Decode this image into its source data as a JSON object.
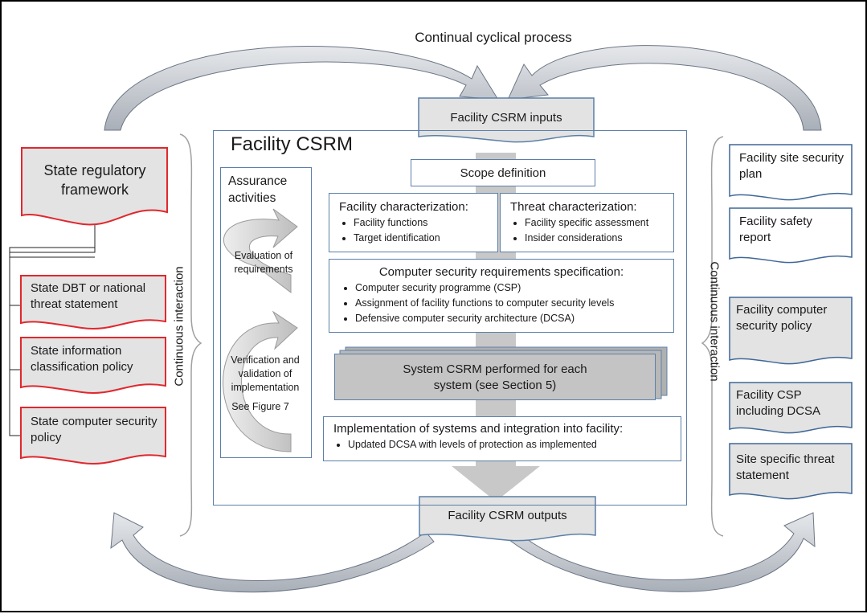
{
  "top_label": "Continual cyclical process",
  "inputs": "Facility CSRM inputs",
  "outputs": "Facility CSRM outputs",
  "main": {
    "title": "Facility CSRM",
    "assurance": {
      "title": "Assurance activities",
      "eval": "Evaluation of requirements",
      "verif": "Verification and validation of implementation",
      "see": "See Figure 7"
    },
    "scope": "Scope definition",
    "facility_char": {
      "title": "Facility characterization:",
      "items": [
        "Facility functions",
        "Target identification"
      ]
    },
    "threat_char": {
      "title": "Threat characterization:",
      "items": [
        "Facility specific assessment",
        "Insider considerations"
      ]
    },
    "req_spec": {
      "title": "Computer security requirements specification:",
      "items": [
        "Computer security programme (CSP)",
        "Assignment of facility functions to computer security levels",
        "Defensive computer security architecture (DCSA)"
      ]
    },
    "system": "System CSRM performed for each system (see Section 5)",
    "impl": {
      "title": "Implementation of systems and integration into facility:",
      "items": [
        "Updated DCSA with levels of protection as implemented"
      ]
    }
  },
  "left": {
    "interaction": "Continuous interaction",
    "framework": "State regulatory framework",
    "docs": [
      "State DBT or national threat statement",
      "State information classification policy",
      "State computer security policy"
    ]
  },
  "right": {
    "interaction": "Continuous interaction",
    "docs": [
      "Facility site security plan",
      "Facility safety report",
      "Facility computer security policy",
      "Facility CSP including DCSA",
      "Site specific threat statement"
    ]
  },
  "colors": {
    "red_border": "#e0282e",
    "blue_border": "#5b7fa8",
    "grey_fill": "#e3e3e3",
    "arrow_fill": "#c9cdd3"
  }
}
